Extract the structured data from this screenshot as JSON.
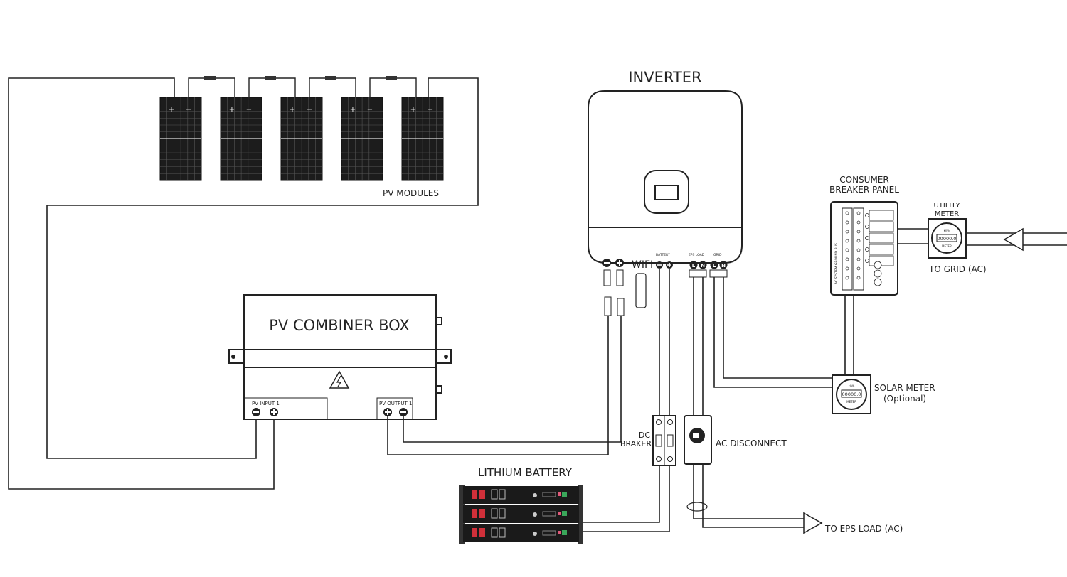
{
  "labels": {
    "inverter": "INVERTER",
    "pv_modules": "PV MODULES",
    "combiner_box": "PV COMBINER BOX",
    "pv_input": "PV INPUT 1",
    "pv_output": "PV OUTPUT 1",
    "wifi": "WIFI",
    "battery_port": "BATTERY",
    "eps_load_port": "EPS LOAD",
    "grid_port": "GRID",
    "consumer_panel_line1": "CONSUMER",
    "consumer_panel_line2": "BREAKER PANEL",
    "utility_meter_line1": "UTILITY",
    "utility_meter_line2": "METER",
    "to_grid": "TO GRID (AC)",
    "solar_meter": "SOLAR METER",
    "solar_meter_note": "(Optional)",
    "dc_breaker_line1": "DC",
    "dc_breaker_line2": "BRAKER",
    "ac_disconnect": "AC DISCONNECT",
    "lithium_battery": "LITHIUM BATTERY",
    "to_eps_load": "TO EPS LOAD (AC)",
    "meter_reading": "00000.0",
    "meter_word": "METER",
    "meter_unit": "kWh",
    "ground_bus": "AC SYSTEM GROUND BUS"
  },
  "pv_module_count": 5,
  "battery_module_count": 3,
  "colors": {
    "line": "#222222",
    "battery_terminal": "#d0303a",
    "battery_body": "#1a1a1a",
    "battery_led": "#3aa65a"
  }
}
